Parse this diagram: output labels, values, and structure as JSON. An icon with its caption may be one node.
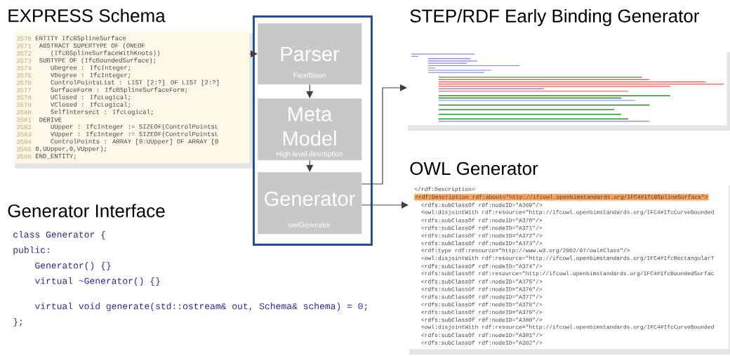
{
  "diagram": {
    "nodes": [
      {
        "text": [
          "EXPRESS Schema",
          "3570",
          "ENTITY IfcBSplineSurface",
          "3571",
          "ABSTRACT SUPERTYPE OF (ONEOF",
          "3572",
          "(IfcBSplineSurfaceWithKnots))",
          "3573",
          "SUBTYPE OF (IfcBoundedSurface);",
          "3574",
          "UDegree : IfcInteger;",
          "3575",
          "VDegree : IfcInteger;",
          "3576",
          "ControlPointsList : LIST [2:?] OF LIST [2:?]",
          "3577",
          "SurfaceForm : IfcBSplineSurfaceForm;",
          "3578",
          "UClosed : IfcLogical;",
          "3579",
          "VClosed : IfcLogical;",
          "3580",
          "SelfIntersect : IfcLogical;",
          "3581",
          "DERIVE",
          "3582",
          "UUpper : IfcInteger := SIZEOF(ControlPointsL",
          "3583",
          "VUpper : IfcInteger := SIZEOF(ControlPointsL",
          "3584",
          "ControlPoints : ARRAY [0:UUpper] OF ARRAY [0",
          "3585",
          "0,UUpper,0,VUpper);",
          "3586",
          "END_ENTITY;"
        ]
      },
      {
        "text": [],
        "shape": "box"
      },
      {
        "text": [
          "Parser",
          "Flex/Bison"
        ],
        "in": 1
      },
      {
        "text": [
          "Meta Model",
          "High level description"
        ],
        "in": 1
      },
      {
        "text": [
          "Generator",
          "owlGenerator"
        ],
        "in": 1
      },
      {
        "text": [
          "STEP/RDF Early Binding Generator"
        ]
      },
      {
        "text": [
          "OWL Generator",
          "</rdf:Description>",
          "<rdf:Description rdf:about=\"http://ifcowl.openbimstandards.org/IFC4#IfcBSplineSurface\">",
          "<rdfs:subClassOf rdf:nodeID=\"A369\"/>",
          "<owl:disjointWith rdf:resource=\"http://ifcowl.openbimstandards.org/IFC4#IfcCurveBounded",
          "<rdfs:subClassOf rdf:nodeID=\"A370\"/>",
          "<rdfs:subClassOf rdf:nodeID=\"A371\"/>",
          "<rdfs:subClassOf rdf:nodeID=\"A372\"/>",
          "<rdfs:subClassOf rdf:nodeID=\"A373\"/>",
          "<rdf:type rdf:resource=\"http://www.w3.org/2002/07/owl#Class\"/>",
          "<owl:disjointWith rdf:resource=\"http://ifcowl.openbimstandards.org/IFC4#IfcRectangularT",
          "<rdfs:subClassOf rdf:nodeID=\"A374\"/>",
          "<rdfs:subClassOf rdf:resource=\"http://ifcowl.openbimstandards.org/IFC4#IfcBoundedSurfac",
          "<rdfs:subClassOf rdf:nodeID=\"A375\"/>",
          "<rdfs:subClassOf rdf:nodeID=\"A376\"/>",
          "<rdfs:subClassOf rdf:nodeID=\"A377\"/>",
          "<rdfs:subClassOf rdf:nodeID=\"A378\"/>",
          "<rdfs:subClassOf rdf:nodeID=\"A379\"/>",
          "<rdfs:subClassOf rdf:nodeID=\"A380\"/>",
          "<owl:disjointWith rdf:resource=\"http://ifcowl.openbimstandards.org/IFC4#IfcCurveBounded",
          "<rdfs:subClassOf rdf:nodeID=\"A381\"/>",
          "<rdfs:subClassOf rdf:nodeID=\"A382\"/>"
        ]
      }
    ],
    "edges": [
      {
        "from": 0,
        "to": 2,
        "arrow": "to"
      },
      {
        "from": 2,
        "to": 3,
        "arrow": "to"
      },
      {
        "from": 3,
        "to": 4,
        "arrow": "to"
      },
      {
        "from": 4,
        "to": 5,
        "arrow": "to"
      },
      {
        "from": 4,
        "to": 6,
        "arrow": "to"
      }
    ],
    "labels": [
      "Generator Interface",
      "class Generator {",
      "public:",
      "Generator() {}",
      "virtual ~Generator() {}",
      "virtual void generate(std::ostream& out, Schema& schema) = 0;",
      "};"
    ]
  }
}
